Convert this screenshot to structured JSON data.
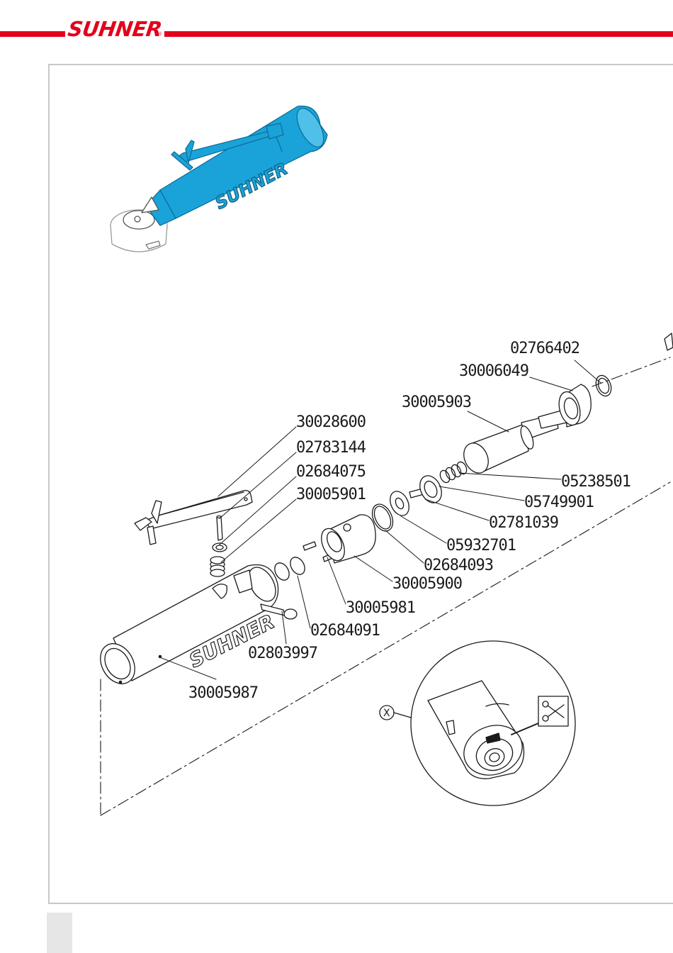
{
  "brand": {
    "logo_text": "SUHNER",
    "registered_mark": "®"
  },
  "product_logo_text": "SUHNER",
  "detail_marker": "X",
  "part_numbers": {
    "p1": "02766402",
    "p2": "30006049",
    "p3": "30005903",
    "p4": "30028600",
    "p5": "02783144",
    "p6": "02684075",
    "p7": "30005901",
    "p8": "05238501",
    "p9": "05749901",
    "p10": "02781039",
    "p11": "05932701",
    "p12": "02684093",
    "p13": "30005900",
    "p14": "30005981",
    "p15": "02684091",
    "p16": "02803997",
    "p17": "30005987"
  },
  "colors": {
    "brand_red": "#e3001b",
    "tool_blue": "#1aa3d9",
    "line": "#1a1a1a"
  }
}
